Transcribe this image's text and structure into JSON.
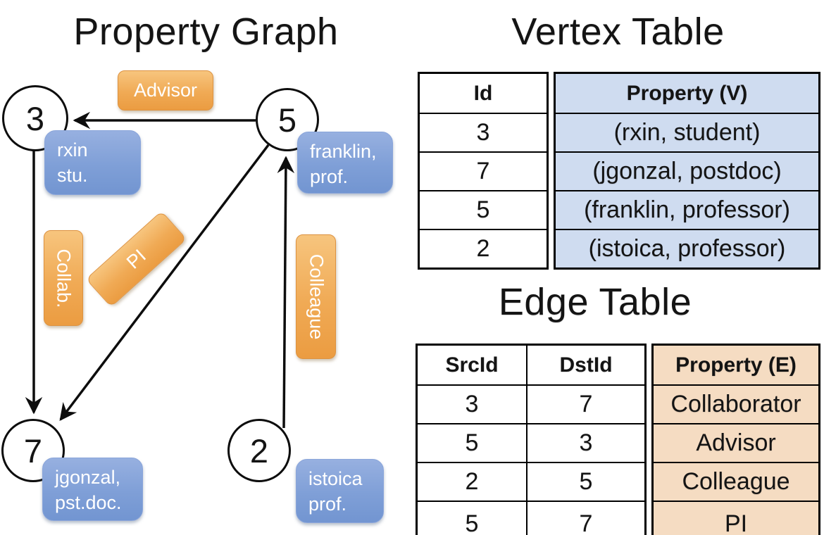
{
  "graph": {
    "title": "Property Graph",
    "nodes": [
      {
        "id": "3",
        "property_lines": [
          "rxin",
          "stu."
        ]
      },
      {
        "id": "5",
        "property_lines": [
          "franklin,",
          "prof."
        ]
      },
      {
        "id": "7",
        "property_lines": [
          "jgonzal,",
          "pst.doc."
        ]
      },
      {
        "id": "2",
        "property_lines": [
          "istoica",
          "prof."
        ]
      }
    ],
    "edges": [
      {
        "from": "5",
        "to": "3",
        "label": "Advisor"
      },
      {
        "from": "3",
        "to": "7",
        "label": "Collab."
      },
      {
        "from": "5",
        "to": "7",
        "label": "PI"
      },
      {
        "from": "2",
        "to": "5",
        "label": "Colleague"
      }
    ]
  },
  "vertex_table": {
    "title": "Vertex Table",
    "col_headers": {
      "id": "Id",
      "property": "Property (V)"
    },
    "rows": [
      {
        "id": "3",
        "property": "(rxin, student)"
      },
      {
        "id": "7",
        "property": "(jgonzal, postdoc)"
      },
      {
        "id": "5",
        "property": "(franklin, professor)"
      },
      {
        "id": "2",
        "property": "(istoica, professor)"
      }
    ]
  },
  "edge_table": {
    "title": "Edge Table",
    "col_headers": {
      "src": "SrcId",
      "dst": "DstId",
      "property": "Property (E)"
    },
    "rows": [
      {
        "src": "3",
        "dst": "7",
        "property": "Collaborator"
      },
      {
        "src": "5",
        "dst": "3",
        "property": "Advisor"
      },
      {
        "src": "2",
        "dst": "5",
        "property": "Colleague"
      },
      {
        "src": "5",
        "dst": "7",
        "property": "PI"
      }
    ]
  },
  "colors": {
    "vertex_property_fill": "#cfdcf0",
    "edge_property_fill": "#f5dcc2",
    "edge_label_orange": "#eb9c41",
    "node_property_blue": "#7f9fd7",
    "line_black": "#000000"
  }
}
